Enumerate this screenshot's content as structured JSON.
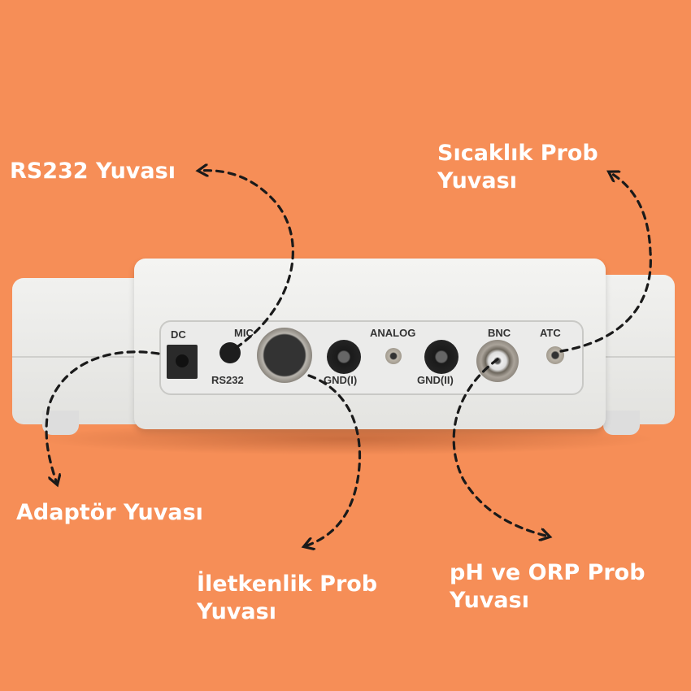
{
  "labels": {
    "rs232": "RS232 Yuvası",
    "sicaklik_line1": "Sıcaklık Prob",
    "sicaklik_line2": "Yuvası",
    "adaptor": "Adaptör Yuvası",
    "iletkenlik_line1": "İletkenlik Prob",
    "iletkenlik_line2": "Yuvası",
    "ph_line1": "pH ve ORP Prob",
    "ph_line2": "Yuvası"
  },
  "panel": {
    "dc": "DC",
    "mic": "MIC",
    "rs232": "RS232",
    "analog": "ANALOG",
    "gnd1": "GND(I)",
    "gnd2": "GND(II)",
    "bnc": "BNC",
    "atc": "ATC"
  },
  "colors": {
    "background": "#F68E57",
    "label": "#FFFFFF",
    "arrow": "#1a1a1a"
  }
}
